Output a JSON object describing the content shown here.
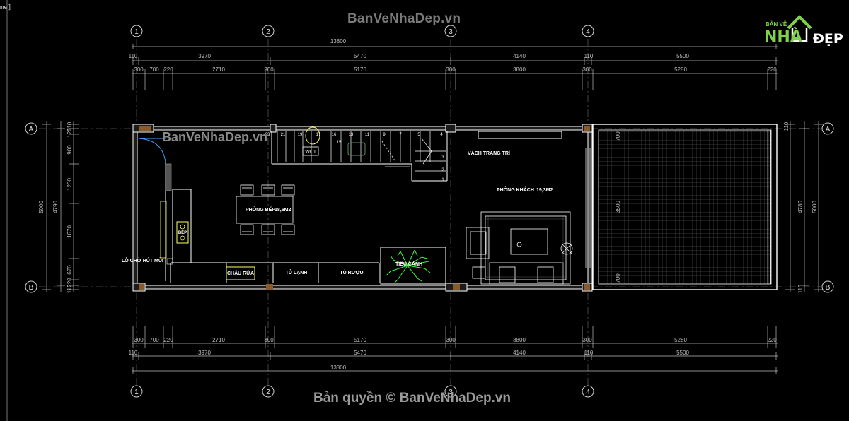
{
  "window": {
    "tab_label": "me]"
  },
  "watermarks": {
    "top": "BanVeNhaDep.vn",
    "middle": "BanVeNhaDep.vn",
    "bottom": "Bản quyền © BanVeNhaDep.vn"
  },
  "logo": {
    "small": "BẢN VẼ",
    "main": "NHÀ",
    "accent": "ĐẸP"
  },
  "grid_axes": {
    "columns": [
      "1",
      "2",
      "3",
      "4"
    ],
    "rows": [
      "A",
      "B"
    ]
  },
  "dimensions": {
    "overall_top": "13800",
    "overall_bottom": "13800",
    "row1": [
      "110",
      "3970",
      "5470",
      "4140",
      "110",
      "5500"
    ],
    "row2": [
      "300",
      "700",
      "220",
      "2710",
      "300",
      "5170",
      "300",
      "3800",
      "300",
      "5280",
      "220"
    ],
    "row1_bottom": [
      "110",
      "3970",
      "5470",
      "4140",
      "110",
      "5500"
    ],
    "row2_bottom": [
      "300",
      "700",
      "220",
      "2710",
      "300",
      "5170",
      "300",
      "3800",
      "300",
      "5280",
      "220"
    ],
    "left_overall": "5000",
    "left_inner": "4790",
    "left_parts": [
      "110",
      "120",
      "900",
      "1200",
      "1670",
      "670",
      "220",
      "110"
    ],
    "right_overall": "5000",
    "right_inner": "4780",
    "right_parts": [
      "110",
      "700",
      "3500",
      "700",
      "110"
    ]
  },
  "rooms": {
    "kitchen": {
      "name": "PHÒNG BẾP",
      "area": "18,6M2"
    },
    "living": {
      "name": "PHÒNG KHÁCH",
      "area": "19,3M2"
    },
    "wc": "WC1",
    "partition": "VÁCH TRANG TRÍ"
  },
  "fixtures": {
    "sink": "CHẬU RỬA",
    "fridge": "TỦ LẠNH",
    "wine": "TỦ RƯỢU",
    "garden": "TIỂU CẢNH",
    "stove": "BẾP",
    "hood": "LỖ CHỜ HÚT MÙI"
  },
  "stairs": {
    "steps_upper": [
      "23",
      "21",
      "19",
      "17",
      "16",
      "15",
      "13",
      "11",
      "9",
      "7",
      "5",
      "4"
    ],
    "steps_right": [
      "3",
      "2",
      "1"
    ]
  },
  "colors": {
    "background": "#000000",
    "wall": "#ffffff",
    "dimension": "#bcbcbc",
    "grid_line": "#6f6f6f",
    "highlight": "#ffff66",
    "plant": "#33ff33",
    "brand_green": "#7ed14a"
  }
}
